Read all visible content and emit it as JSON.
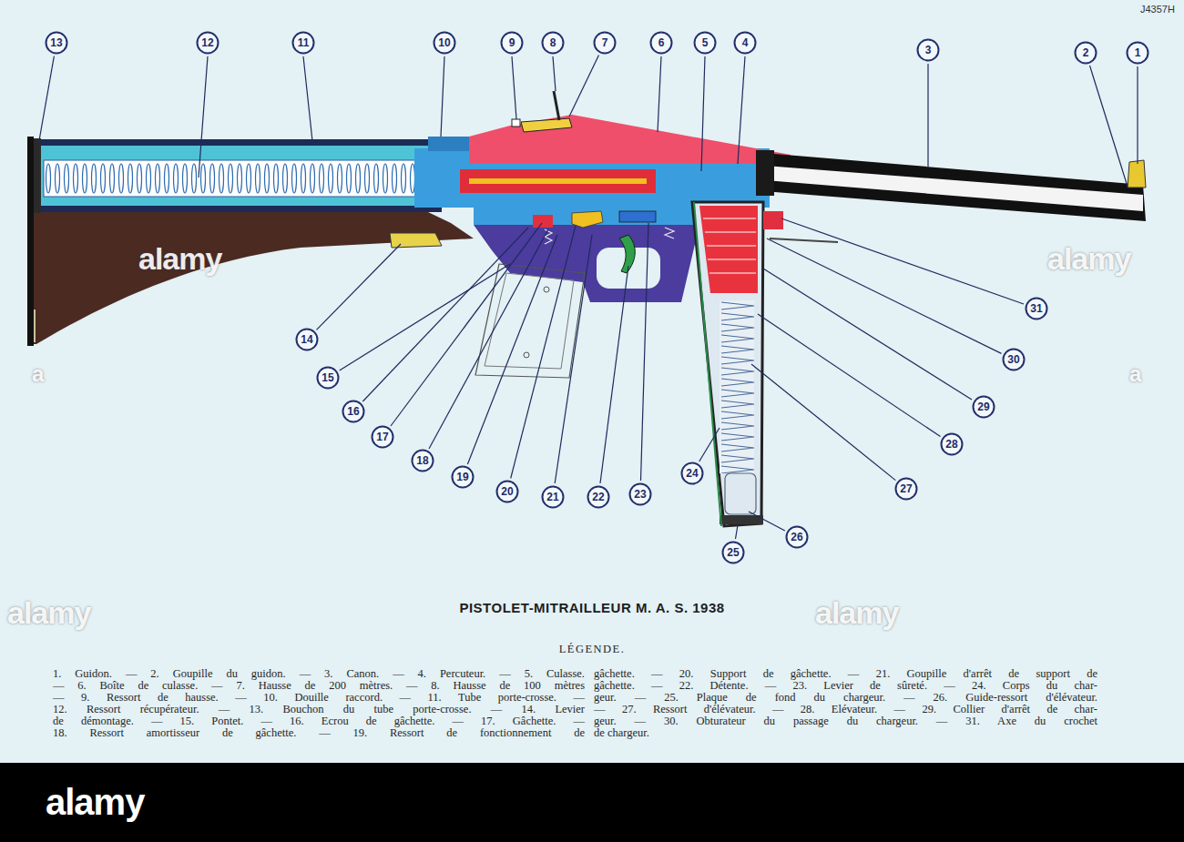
{
  "diagram": {
    "title": "PISTOLET-MITRAILLEUR M. A. S. 1938",
    "nodes": [
      {
        "text": [
          "1"
        ]
      },
      {
        "text": [
          "2"
        ]
      },
      {
        "text": [
          "3"
        ]
      },
      {
        "text": [
          "4"
        ]
      },
      {
        "text": [
          "5"
        ]
      },
      {
        "text": [
          "6"
        ]
      },
      {
        "text": [
          "7"
        ]
      },
      {
        "text": [
          "8"
        ]
      },
      {
        "text": [
          "9"
        ]
      },
      {
        "text": [
          "10"
        ]
      },
      {
        "text": [
          "11"
        ]
      },
      {
        "text": [
          "12"
        ]
      },
      {
        "text": [
          "13"
        ]
      },
      {
        "text": [
          "14"
        ]
      },
      {
        "text": [
          "15"
        ]
      },
      {
        "text": [
          "16"
        ]
      },
      {
        "text": [
          "17"
        ]
      },
      {
        "text": [
          "18"
        ]
      },
      {
        "text": [
          "19"
        ]
      },
      {
        "text": [
          "20"
        ]
      },
      {
        "text": [
          "21"
        ]
      },
      {
        "text": [
          "22"
        ]
      },
      {
        "text": [
          "23"
        ]
      },
      {
        "text": [
          "24"
        ]
      },
      {
        "text": [
          "25"
        ]
      },
      {
        "text": [
          "26"
        ]
      },
      {
        "text": [
          "27"
        ]
      },
      {
        "text": [
          "28"
        ]
      },
      {
        "text": [
          "29"
        ]
      },
      {
        "text": [
          "30"
        ]
      },
      {
        "text": [
          "31"
        ]
      }
    ],
    "labels": [
      "LÉGENDE.",
      "1. Guidon. — 2. Goupille du guidon. — 3. Canon. — 4. Percuteur. — 5. Culasse.",
      "— 6. Boîte de culasse. — 7. Hausse de 200 mètres. — 8. Hausse de 100 mètres",
      "— 9. Ressort de hausse. — 10. Douille raccord. — 11. Tube porte-crosse. —",
      "12. Ressort récupérateur. — 13. Bouchon du tube porte-crosse. — 14. Levier",
      "de démontage. — 15. Pontet. — 16. Ecrou de gâchette. — 17. Gâchette. —",
      "18. Ressort amortisseur de gâchette. — 19. Ressort de fonctionnement de",
      "gâchette. — 20. Support de gâchette. — 21. Goupille d'arrêt de support de",
      "gâchette. — 22. Détente. — 23. Levier de sûreté. — 24. Corps du char-",
      "geur. — 25. Plaque de fond du chargeur. — 26. Guide-ressort d'élévateur.",
      "— 27. Ressort d'élévateur. — 28. Elévateur. — 29. Collier d'arrêt de char-",
      "geur. — 30. Obturateur du passage du chargeur. — 31. Axe du crochet",
      "de chargeur.",
      "alamy",
      "alamy",
      "alamy",
      "alamy",
      "a",
      "a",
      "J4357H",
      "alamy"
    ]
  }
}
